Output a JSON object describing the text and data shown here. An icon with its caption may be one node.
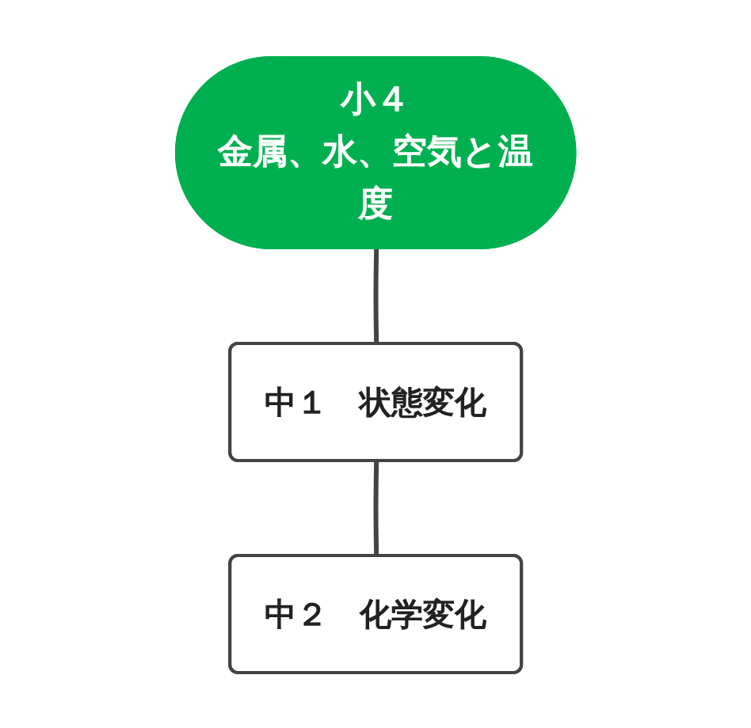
{
  "diagram": {
    "nodes": [
      {
        "text": [
          "小４",
          "金属、水、空気と温度"
        ]
      },
      {
        "text": [
          "中１　状態変化"
        ]
      },
      {
        "text": [
          "中２　化学変化"
        ]
      }
    ],
    "edges": [
      {
        "from": 0,
        "to": 1,
        "arrow": "none"
      },
      {
        "from": 1,
        "to": 2,
        "arrow": "none"
      }
    ]
  }
}
